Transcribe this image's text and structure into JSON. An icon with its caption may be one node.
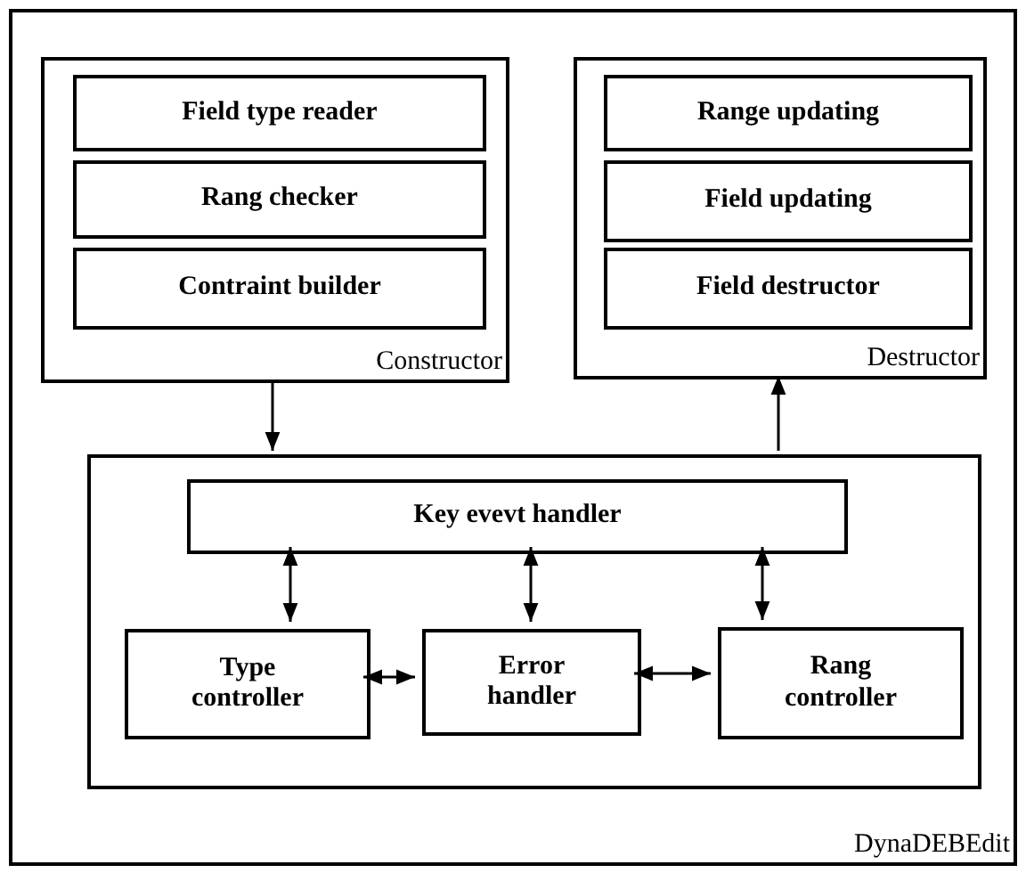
{
  "diagram": {
    "nodes": [
      {
        "text": [
          "DynaDEBEdit"
        ]
      },
      {
        "text": [
          "Constructor"
        ],
        "in": 0
      },
      {
        "text": [
          "Field type reader"
        ],
        "in": 1
      },
      {
        "text": [
          "Rang checker"
        ],
        "in": 1
      },
      {
        "text": [
          "Contraint builder"
        ],
        "in": 1
      },
      {
        "text": [
          "Destructor"
        ],
        "in": 0
      },
      {
        "text": [
          "Range updating"
        ],
        "in": 5
      },
      {
        "text": [
          "Field updating"
        ],
        "in": 5
      },
      {
        "text": [
          "Field destructor"
        ],
        "in": 5
      },
      {
        "text": [],
        "shape": "box",
        "in": 0
      },
      {
        "text": [
          "Key evevt handler"
        ],
        "in": 9
      },
      {
        "text": [
          "Type controller"
        ],
        "in": 9
      },
      {
        "text": [
          "Error handler"
        ],
        "in": 9
      },
      {
        "text": [
          "Rang controller"
        ],
        "in": 9
      }
    ],
    "edges": [
      {
        "from": 1,
        "to": 9,
        "arrow": "to"
      },
      {
        "from": 9,
        "to": 5,
        "arrow": "to"
      },
      {
        "from": 10,
        "to": 11,
        "arrow": "both"
      },
      {
        "from": 10,
        "to": 12,
        "arrow": "both"
      },
      {
        "from": 10,
        "to": 13,
        "arrow": "both"
      },
      {
        "from": 11,
        "to": 12,
        "arrow": "both"
      },
      {
        "from": 12,
        "to": 13,
        "arrow": "both"
      }
    ]
  }
}
